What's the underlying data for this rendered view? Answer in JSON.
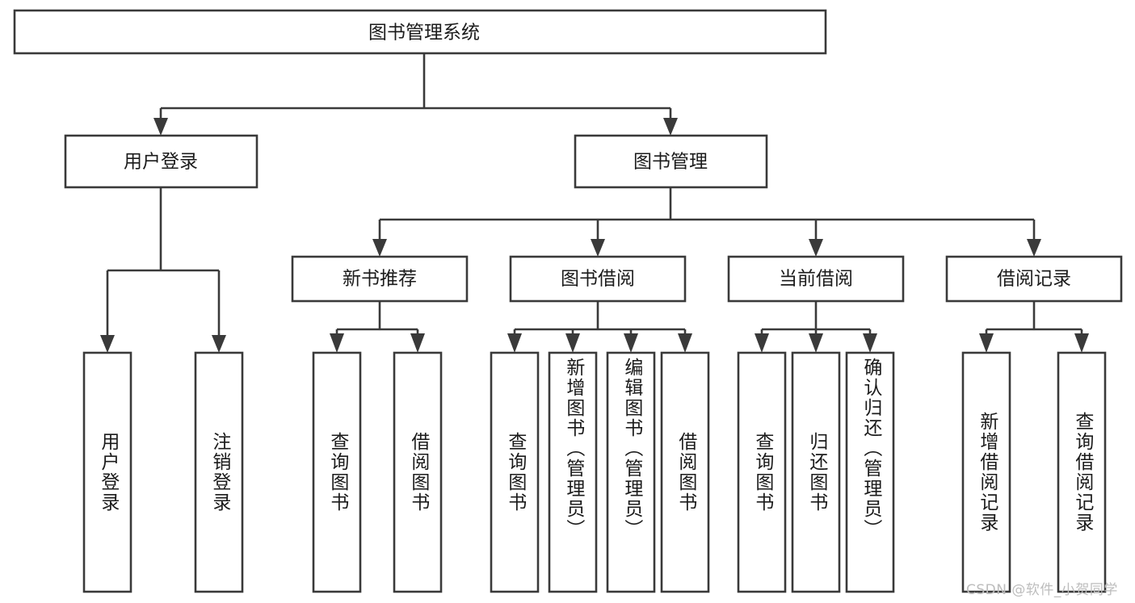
{
  "diagram": {
    "title": "图书管理系统",
    "type": "tree-hierarchy-chart",
    "watermark": "CSDN @软件_小贺同学",
    "colors": {
      "stroke": "#3a3a3a",
      "box_fill": "#ffffff",
      "text": "#1b1b1b",
      "background": "#ffffff",
      "watermark": "#bdbdbd"
    },
    "levels": {
      "root": {
        "label": "图书管理系统"
      },
      "level2": [
        {
          "id": "user-login",
          "label": "用户登录"
        },
        {
          "id": "book-management",
          "label": "图书管理"
        }
      ],
      "level3": [
        {
          "id": "new-book-recommend",
          "label": "新书推荐"
        },
        {
          "id": "book-borrow",
          "label": "图书借阅"
        },
        {
          "id": "current-borrow",
          "label": "当前借阅"
        },
        {
          "id": "borrow-record",
          "label": "借阅记录"
        }
      ],
      "leaves": {
        "user-login": [
          {
            "id": "leaf-user-login",
            "label": "用户登录",
            "align": "center"
          },
          {
            "id": "leaf-logout",
            "label": "注销登录",
            "align": "center"
          }
        ],
        "new-book-recommend": [
          {
            "id": "leaf-query-book-1",
            "label": "查询图书",
            "align": "center"
          },
          {
            "id": "leaf-borrow-book-1",
            "label": "借阅图书",
            "align": "center"
          }
        ],
        "book-borrow": [
          {
            "id": "leaf-query-book-2",
            "label": "查询图书",
            "align": "center"
          },
          {
            "id": "leaf-add-book",
            "label": "新增图书（管理员）",
            "align": "top"
          },
          {
            "id": "leaf-edit-book",
            "label": "编辑图书（管理员）",
            "align": "top"
          },
          {
            "id": "leaf-borrow-book-2",
            "label": "借阅图书",
            "align": "center"
          }
        ],
        "current-borrow": [
          {
            "id": "leaf-query-book-3",
            "label": "查询图书",
            "align": "center"
          },
          {
            "id": "leaf-return-book",
            "label": "归还图书",
            "align": "center"
          },
          {
            "id": "leaf-confirm-return",
            "label": "确认归还（管理员）",
            "align": "top"
          }
        ],
        "borrow-record": [
          {
            "id": "leaf-add-record",
            "label": "新增借阅记录",
            "align": "center"
          },
          {
            "id": "leaf-query-record",
            "label": "查询借阅记录",
            "align": "center"
          }
        ]
      }
    }
  }
}
